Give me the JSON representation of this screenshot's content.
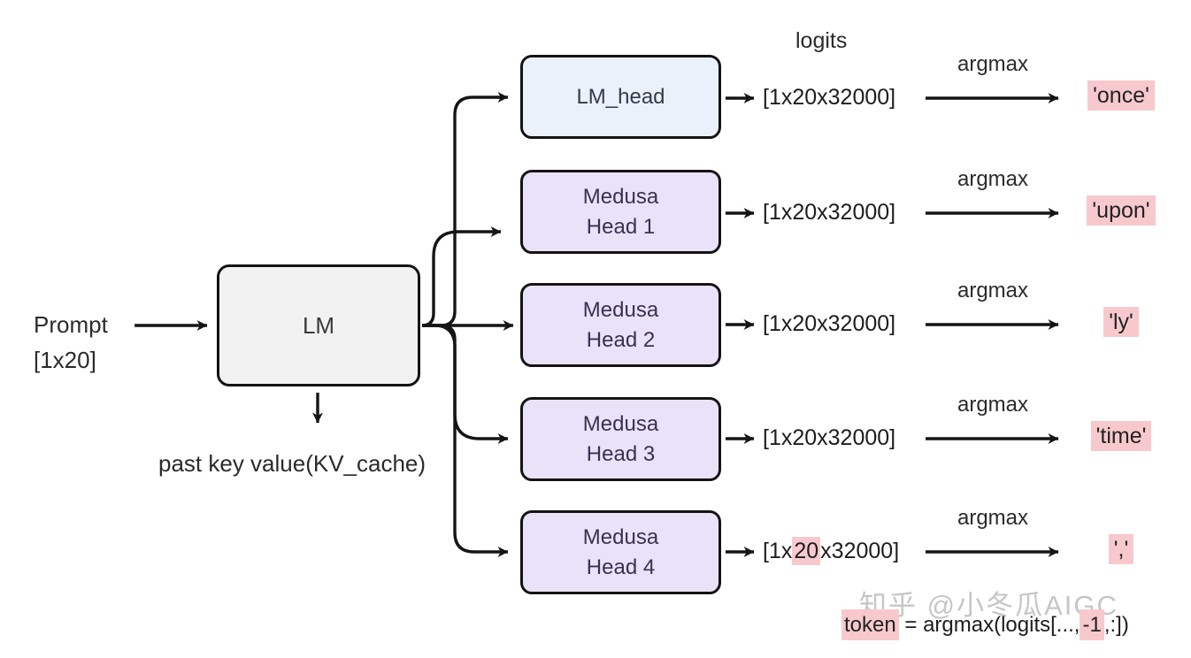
{
  "diagram": {
    "prompt_label": "Prompt",
    "prompt_dims": "[1x20]",
    "lm_label": "LM",
    "kv_label": "past key value(KV_cache)",
    "logits_label": "logits",
    "rows": [
      {
        "head_label": "LM_head",
        "dims": "[1x20x32000]",
        "op_label": "argmax",
        "token": "'once'"
      },
      {
        "head_label": "Medusa\nHead 1",
        "dims": "[1x20x32000]",
        "op_label": "argmax",
        "token": "'upon'"
      },
      {
        "head_label": "Medusa\nHead 2",
        "dims": "[1x20x32000]",
        "op_label": "argmax",
        "token": "'ly'"
      },
      {
        "head_label": "Medusa\nHead 3",
        "dims": "[1x20x32000]",
        "op_label": "argmax",
        "token": "'time'"
      },
      {
        "head_label": "Medusa\nHead 4",
        "dims_prefix": "[1x",
        "dims_highlight": "20",
        "dims_suffix": "x32000]",
        "op_label": "argmax",
        "token": "','"
      }
    ],
    "formula": {
      "highlight1": "token",
      "middle": " = argmax(logits[...,",
      "highlight2": "-1",
      "end": ",:])"
    },
    "watermark": "知乎 @小冬瓜AIGC",
    "colors": {
      "highlight_pink": "#f7c9cd",
      "lm_fill": "#f2f2f2",
      "lm_head_fill": "#eaf1fa",
      "medusa_fill": "#eae2f8",
      "line_black": "#151515",
      "watermark_gray": "#c6c6c6"
    }
  }
}
